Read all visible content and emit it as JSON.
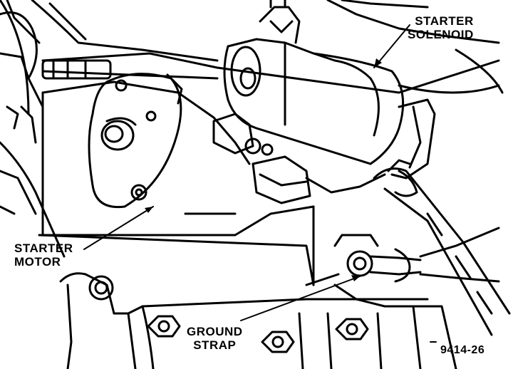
{
  "labels": {
    "starter_solenoid": [
      "STARTER",
      "SOLENOID"
    ],
    "starter_motor": [
      "STARTER",
      "MOTOR"
    ],
    "ground_strap": [
      "GROUND",
      "STRAP"
    ],
    "figure_number": "9414-26"
  },
  "colors": {
    "ink": "#000000",
    "background": "#ffffff"
  }
}
